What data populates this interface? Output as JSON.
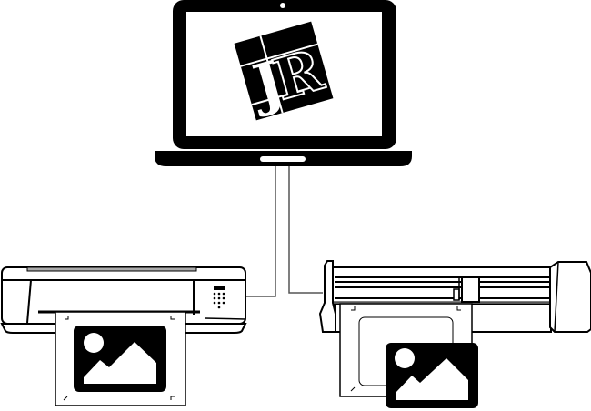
{
  "diagram": {
    "nodes": [
      {
        "id": "laptop",
        "icon": "laptop-icon",
        "logo_text": "JR"
      },
      {
        "id": "printer",
        "icon": "printer-icon",
        "output": "image-icon"
      },
      {
        "id": "cutter",
        "icon": "vinyl-cutter-icon",
        "output": "image-icon"
      }
    ],
    "edges": [
      {
        "from": "laptop",
        "to": "printer"
      },
      {
        "from": "laptop",
        "to": "cutter"
      }
    ]
  },
  "colors": {
    "ink": "#000000",
    "line": "#555555",
    "paper": "#ffffff"
  }
}
